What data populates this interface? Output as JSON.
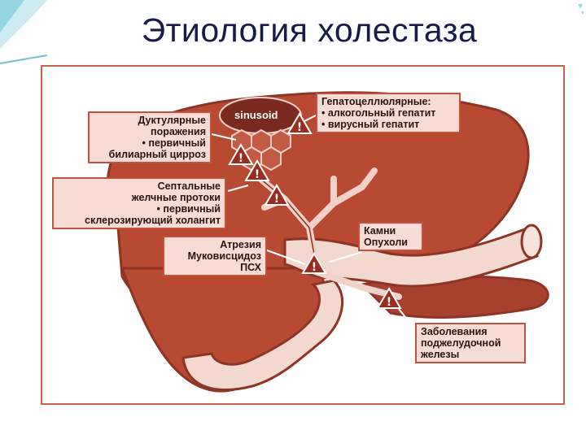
{
  "title": "Этиология холестаза",
  "colors": {
    "liver": "#b84a34",
    "liver_dark": "#8e3424",
    "bile_duct": "#f1d2c8",
    "intestine": "#f2d8cf",
    "label_fill": "#f6dcd4",
    "label_border": "#c2513e",
    "warning": "#9b2d20",
    "title_text": "#1a1a4a"
  },
  "icons": [
    "warning-triangle-icon"
  ],
  "diagram": {
    "sinusoid_label": "sinusoid",
    "labels": {
      "hepatocellular": {
        "lines": [
          "Гепатоцеллюлярные:",
          "• алкогольный гепатит",
          "• вирусный гепатит"
        ]
      },
      "ductular": {
        "lines": [
          "Дуктулярные",
          "поражения",
          "• первичный",
          "билиарный цирроз"
        ]
      },
      "septal": {
        "lines": [
          "Септальные",
          "желчные протоки",
          "• первичный",
          "склерозирующий холангит"
        ]
      },
      "atresia": {
        "lines": [
          "Атрезия",
          "Муковисцидоз",
          "ПСХ"
        ]
      },
      "stones": {
        "lines": [
          "Камни",
          "Опухоли"
        ]
      },
      "pancreas": {
        "lines": [
          "Заболевания",
          "поджелудочной",
          "железы"
        ]
      }
    }
  }
}
